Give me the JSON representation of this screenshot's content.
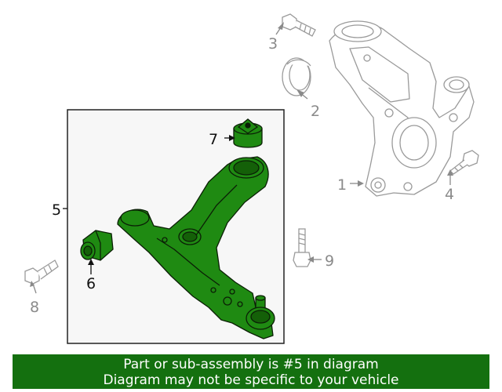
{
  "diagram": {
    "callouts": {
      "c1": "1",
      "c2": "2",
      "c3": "3",
      "c4": "4",
      "c5": "5",
      "c6": "6",
      "c7": "7",
      "c8": "8",
      "c9": "9"
    },
    "colors": {
      "highlight_part": "#1f8a12",
      "highlight_outline": "#0b1f06",
      "background_parts": "#9a9a9a",
      "subassembly_box_fill": "#f7f7f7",
      "banner_bg": "#14700f",
      "banner_text": "#ffffff"
    }
  },
  "banner": {
    "line1": "Part or sub-assembly is #5 in diagram",
    "line2": "Diagram may not be specific to your vehicle"
  }
}
